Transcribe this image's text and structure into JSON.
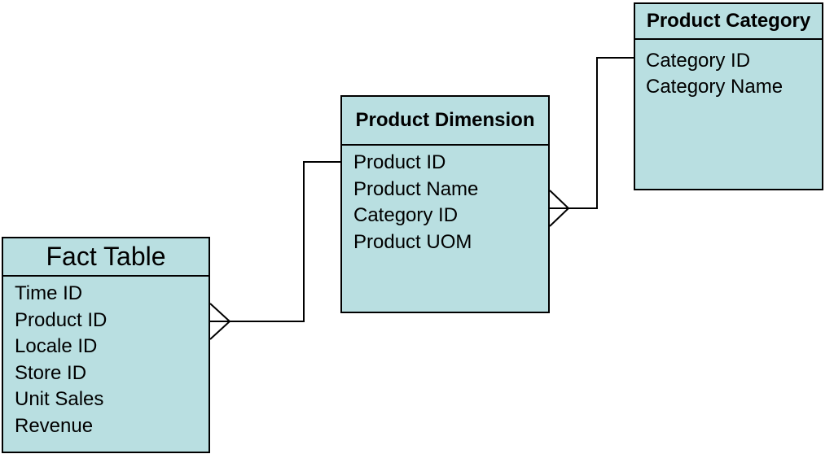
{
  "entities": {
    "fact_table": {
      "title": "Fact Table",
      "fields": [
        "Time ID",
        "Product ID",
        "Locale ID",
        "Store ID",
        "Unit Sales",
        "Revenue"
      ]
    },
    "product_dimension": {
      "title": "Product Dimension",
      "fields": [
        "Product ID",
        "Product Name",
        "Category ID",
        "Product UOM"
      ]
    },
    "product_category": {
      "title": "Product Category",
      "fields": [
        "Category ID",
        "Category Name"
      ]
    }
  },
  "relationships": [
    {
      "from": "product_dimension",
      "to": "fact_table",
      "from_cardinality": "one",
      "to_cardinality": "many"
    },
    {
      "from": "product_category",
      "to": "product_dimension",
      "from_cardinality": "one",
      "to_cardinality": "many"
    }
  ],
  "colors": {
    "entity_fill": "#b9dfe1",
    "border": "#000000",
    "background": "#ffffff"
  }
}
